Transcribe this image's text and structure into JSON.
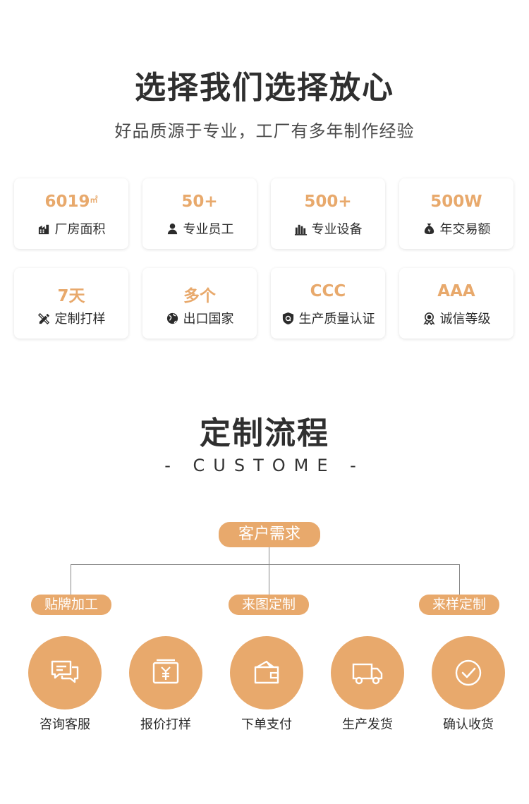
{
  "section1": {
    "title": "选择我们选择放心",
    "subtitle": "好品质源于专业，工厂有多年制作经验",
    "accent_color": "#e8a96c",
    "stats": [
      {
        "value": "6019",
        "unit": "㎡",
        "label": "厂房面积",
        "icon": "building-icon"
      },
      {
        "value": "50+",
        "label": "专业员工",
        "icon": "person-icon"
      },
      {
        "value": "500+",
        "label": "专业设备",
        "icon": "equipment-icon"
      },
      {
        "value": "500W",
        "label": "年交易额",
        "icon": "money-bag-icon"
      },
      {
        "value": "7天",
        "label": "定制打样",
        "icon": "pencil-ruler-icon"
      },
      {
        "value": "多个",
        "label": "出口国家",
        "icon": "globe-icon"
      },
      {
        "value": "CCC",
        "label": "生产质量认证",
        "icon": "shield-q-icon"
      },
      {
        "value": "AAA",
        "label": "诚信等级",
        "icon": "award-icon"
      }
    ]
  },
  "section2": {
    "title": "定制流程",
    "subtitle": "- CUSTOME -",
    "root": "客户需求",
    "branches": [
      "贴牌加工",
      "来图定制",
      "来样定制"
    ],
    "steps": [
      {
        "label": "咨询客服",
        "icon": "chat-icon"
      },
      {
        "label": "报价打样",
        "icon": "price-tag-icon"
      },
      {
        "label": "下单支付",
        "icon": "wallet-icon"
      },
      {
        "label": "生产发货",
        "icon": "truck-icon"
      },
      {
        "label": "确认收货",
        "icon": "check-circle-icon"
      }
    ]
  }
}
